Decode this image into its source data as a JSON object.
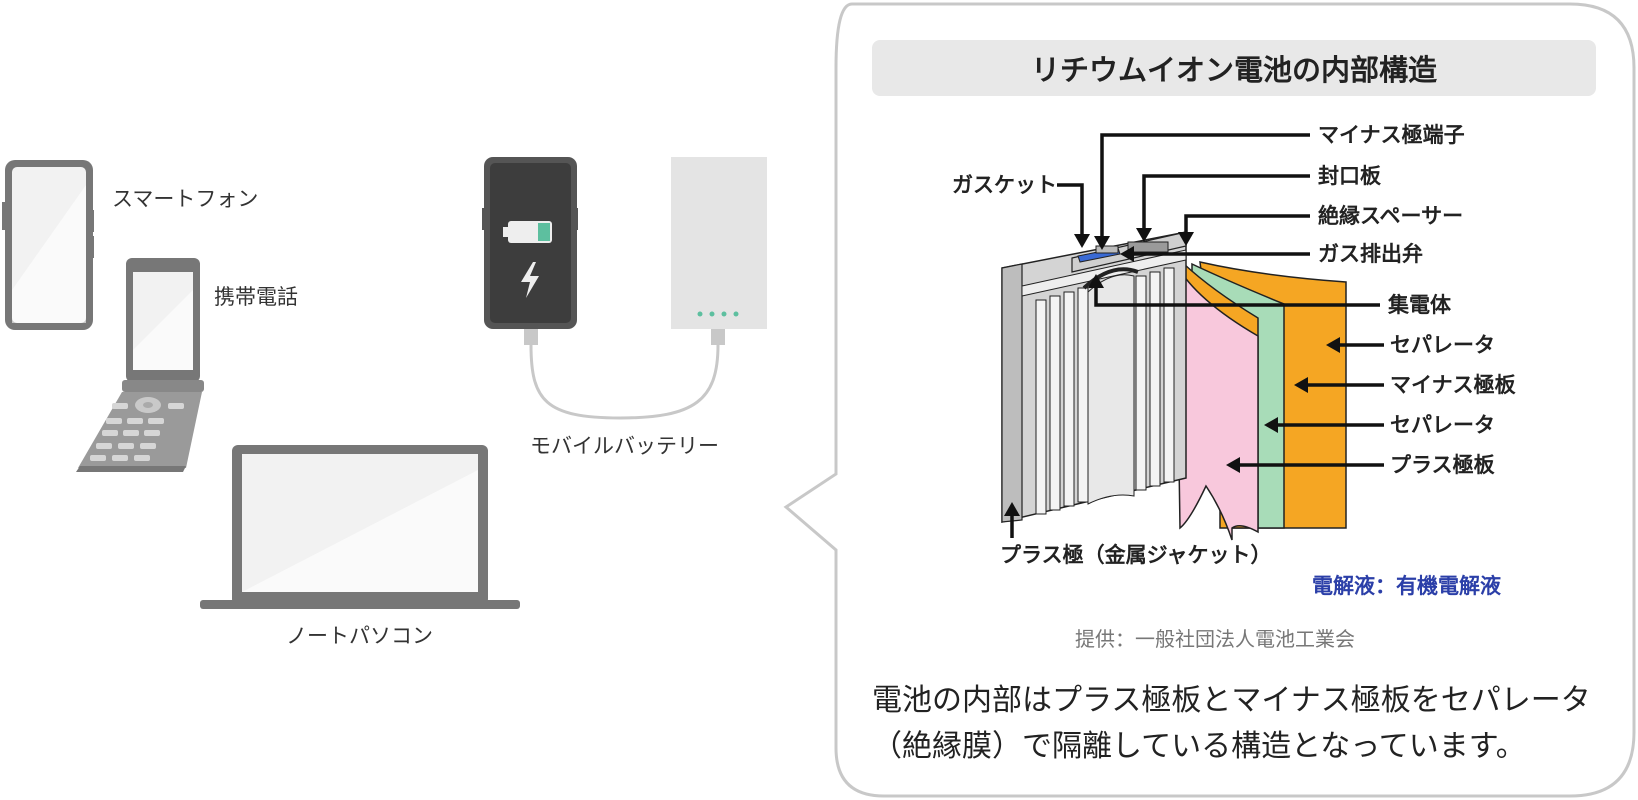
{
  "devices": {
    "smartphone": "スマートフォン",
    "feature_phone": "携帯電話",
    "mobile_battery": "モバイルバッテリー",
    "laptop": "ノートパソコン"
  },
  "panel": {
    "title": "リチウムイオン電池の内部構造",
    "labels": {
      "negative_terminal": "マイナス極端子",
      "sealing_plate": "封口板",
      "insulating_spacer": "絶縁スペーサー",
      "gas_vent": "ガス排出弁",
      "gasket": "ガスケット",
      "current_collector": "集電体",
      "separator_1": "セパレータ",
      "negative_plate": "マイナス極板",
      "separator_2": "セパレータ",
      "positive_plate": "プラス極板",
      "positive_case": "プラス極（金属ジャケット）"
    },
    "electrolyte": "電解液：有機電解液",
    "credit": "提供：一般社団法人電池工業会",
    "description": "電池の内部はプラス極板とマイナス極板をセパレータ（絶縁膜）で隔離している構造となっています。"
  },
  "colors": {
    "device_gray": "#777777",
    "battery_green": "#5dbf9f",
    "separator_orange": "#f5a623",
    "negative_green": "#a8dcb8",
    "positive_pink": "#f8c8dc",
    "electrolyte_blue": "#2b3fa8"
  }
}
